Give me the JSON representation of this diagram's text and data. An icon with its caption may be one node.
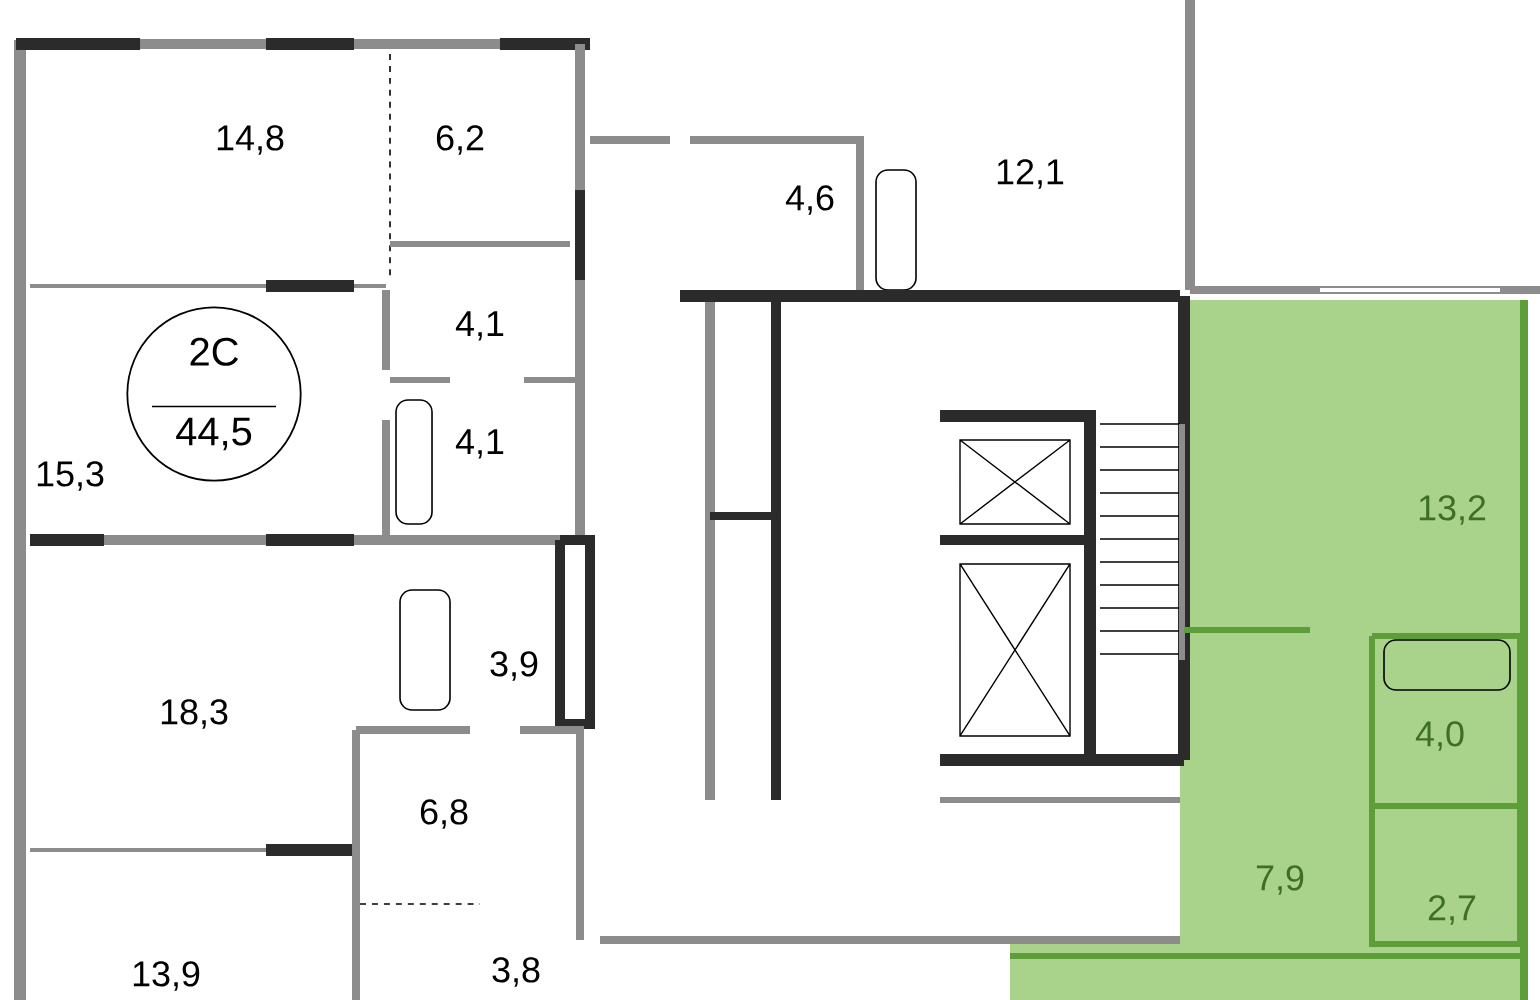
{
  "diagram": {
    "nodes": [
      {
        "text": [
          "2C",
          "44,5"
        ]
      }
    ],
    "edges": [],
    "labels": [
      "14,8",
      "6,2",
      "4,6",
      "12,1",
      "4,1",
      "4,1",
      "15,3",
      "13,2",
      "3,9",
      "18,3",
      "4,0",
      "6,8",
      "7,9",
      "2,7",
      "13,9",
      "3,8"
    ]
  }
}
